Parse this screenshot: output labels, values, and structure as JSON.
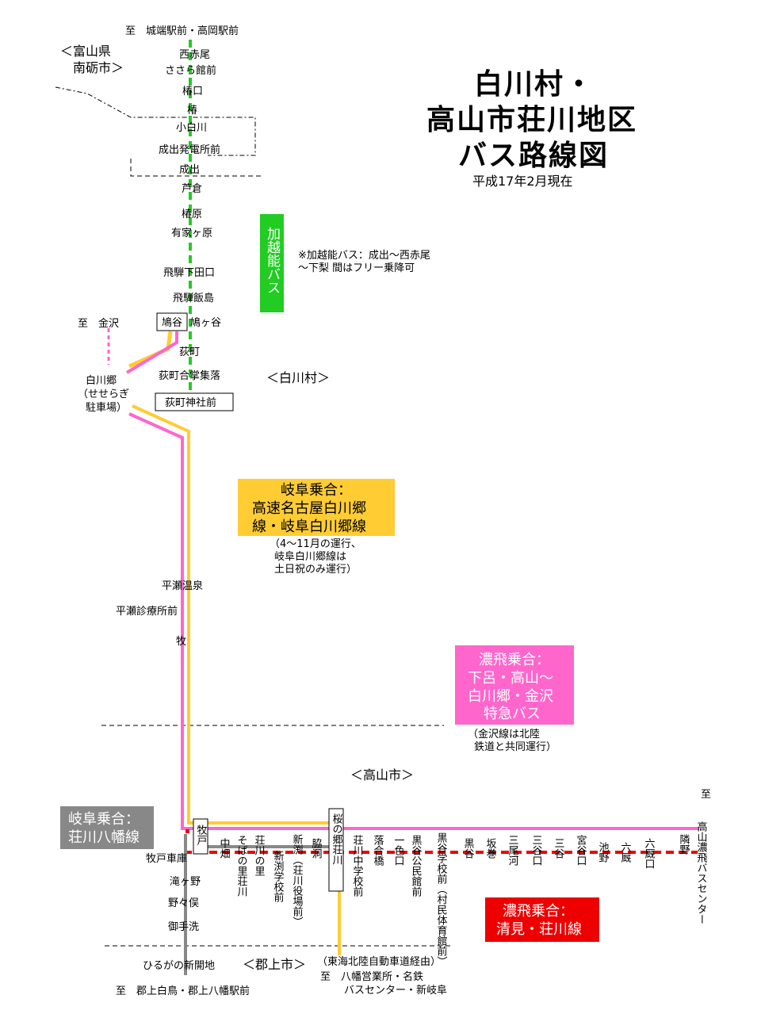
{
  "title": {
    "line1": "白川村・",
    "line2": "高山市荘川地区",
    "line3": "バス路線図",
    "date": "平成17年2月現在"
  },
  "regions": {
    "toyama_1": "＜富山県",
    "toyama_2": "南砺市＞",
    "shirakawa": "＜白川村＞",
    "takayama": "＜高山市＞",
    "gujo": "＜郡上市＞"
  },
  "destinations": {
    "north": "至　城端駅前・高岡駅前",
    "kanazawa": "至　金沢",
    "takayama_to": "至",
    "takayama_name": "高山濃飛バスセンター",
    "south": "至　郡上白鳥・郡上八幡駅前",
    "gifu_1": "（東海北陸自動車道経由）",
    "gifu_2": "至　八幡営業所・名鉄",
    "gifu_3": "バスセンター・新岐阜"
  },
  "stops_north": {
    "nishiakao": "西赤尾",
    "sasarakan": "ささら館前",
    "tsubakiguchi": "椿口",
    "tsubaki": "椿",
    "koshirakawa": "小白川",
    "naride_hatsuden": "成出発電所前",
    "naride": "成出",
    "ashikura": "芦倉",
    "tsubakihara": "椿原",
    "arigahara": "有家ヶ原",
    "hida_shimodaguchi": "飛騨下田口",
    "hida_iijima": "飛騨飯島",
    "hatogaya_box": "鳩谷",
    "hatogaya": "鳩ヶ谷",
    "ogimachi": "荻町",
    "ogimachi_gassho": "荻町合掌集落",
    "ogimachi_jinja": "荻町神社前"
  },
  "shirakawago": {
    "line1": "白川郷",
    "line2": "（せせらぎ",
    "line3": "駐車場）"
  },
  "stops_mid": {
    "hirase_onsen": "平瀬温泉",
    "hirase_shinryo": "平瀬診療所前",
    "maki": "牧"
  },
  "stops_main": {
    "makido": "牧戸",
    "makido_shako": "牧戸車庫",
    "nakahata": "中畑",
    "sobanosato": "そばの里荘川",
    "shokawanosato": "荘川の里",
    "shinbuchi_gakko": "新渕学校前",
    "shinbuchi": "新渕（荘川役場前）",
    "waki": "脇洞",
    "sakura": "桜の郷荘川",
    "shokawa_chugaku": "荘川中学校前",
    "ochiai": "落合橋",
    "ichishiki": "一色口",
    "kuroya_kominkan": "黒谷公民館前",
    "kuroya_gakko": "黒谷学校前（村民体育館前）",
    "kuroya": "黒谷",
    "sakamaki": "坂巻",
    "mioko": "三尾河",
    "miyaguchi": "三谷口",
    "mitani": "三谷",
    "miyadaniguchi": "宮谷口",
    "ikeno": "池野",
    "rokuumaya": "六厩",
    "rokuumayaguchi": "六厩口",
    "tonarino": "隣野"
  },
  "stops_south": {
    "takigano": "滝ヶ野",
    "nonomata": "野々俣",
    "mitearai": "御手洗",
    "hirugano": "ひるがの新開地"
  },
  "lines": {
    "kaetsuno": "加越能バス",
    "kaetsuno_note_1": "※加越能バス：成出～西赤尾",
    "kaetsuno_note_2": "～下梨 間はフリー乗降可",
    "gifu_1": "岐阜乗合：",
    "gifu_2": "高速名古屋白川郷",
    "gifu_3": "線・岐阜白川郷線",
    "gifu_note_1": "（4～11月の運行、",
    "gifu_note_2": "岐阜白川郷線は",
    "gifu_note_3": "土日祝のみ運行）",
    "nohi_1": "濃飛乗合：",
    "nohi_2": "下呂・高山～",
    "nohi_3": "白川郷・金沢",
    "nohi_4": "特急バス",
    "nohi_note_1": "（金沢線は北陸",
    "nohi_note_2": "鉄道と共同運行）",
    "gifu_yawata_1": "岐阜乗合：",
    "gifu_yawata_2": "荘川八幡線",
    "nohi_kiyomi_1": "濃飛乗合：",
    "nohi_kiyomi_2": "清見・荘川線"
  },
  "colors": {
    "kaetsuno": "#22cc22",
    "gifu": "#ffcc33",
    "nohi": "#ff66cc",
    "kiyomi": "#ee0000",
    "yawata": "#888888"
  }
}
